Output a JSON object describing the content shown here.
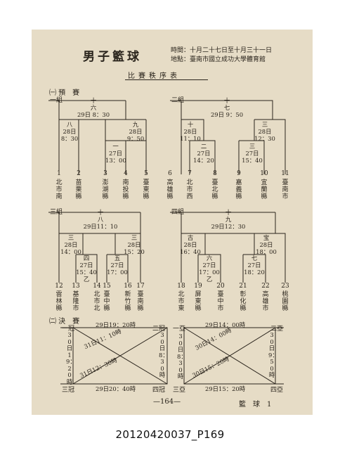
{
  "header": {
    "title": "男子籃球",
    "time": "時間：十月二十七日至十月三十一日",
    "venue": "地點：臺南市國立成功大學體育館",
    "subtitle": "比賽秩序表"
  },
  "preliminary": {
    "label": "㈠ 預　賽",
    "groups": {
      "g1": {
        "name": "一組",
        "top": [
          "十",
          "六",
          "29日 8：30"
        ],
        "left": [
          "八",
          "28日",
          "8：30"
        ],
        "right": [
          "九",
          "28日",
          "9：50"
        ],
        "inner": [
          "一",
          "27日",
          "13：00"
        ]
      },
      "g2": {
        "name": "二組",
        "top": [
          "十",
          "七",
          "29日 9：50"
        ],
        "left": [
          "十",
          "28日",
          "11：10"
        ],
        "right": [
          "三",
          "28日",
          "12：30"
        ],
        "inner_left": [
          "二",
          "27日",
          "14：20"
        ],
        "inner_right": [
          "三",
          "27日",
          "15：40"
        ]
      },
      "g3": {
        "name": "三組",
        "top": [
          "十",
          "八",
          "29日11：10"
        ],
        "left": [
          "三",
          "28日",
          "14：00"
        ],
        "right": [
          "三",
          "28日",
          "15：20"
        ],
        "inner_left": [
          "四",
          "27日",
          "15：40",
          "乙"
        ],
        "inner_right": [
          "五",
          "27日",
          "17：00"
        ]
      },
      "g4": {
        "name": "四組",
        "top": [
          "十",
          "九",
          "29日12：30"
        ],
        "left": [
          "古",
          "28日",
          "16：40"
        ],
        "right": [
          "宝",
          "28日",
          "18：00"
        ],
        "inner_left": [
          "六",
          "27日",
          "17：00",
          "乙"
        ],
        "inner_right": [
          "七",
          "27日",
          "18：20"
        ]
      }
    },
    "teams_row1": [
      {
        "no": "1",
        "name": "北市南"
      },
      {
        "no": "2",
        "name": "苗栗縣"
      },
      {
        "no": "3",
        "name": "澎湖縣"
      },
      {
        "no": "4",
        "name": "南投縣"
      },
      {
        "no": "5",
        "name": "臺東縣"
      },
      {
        "no": "6",
        "name": "高雄縣"
      },
      {
        "no": "7",
        "name": "北市西"
      },
      {
        "no": "8",
        "name": "臺北縣"
      },
      {
        "no": "9",
        "name": "嘉義縣"
      },
      {
        "no": "10",
        "name": "宜蘭縣"
      },
      {
        "no": "11",
        "name": "臺南市"
      }
    ],
    "teams_row2": [
      {
        "no": "12",
        "name": "雲林縣"
      },
      {
        "no": "13",
        "name": "基隆市"
      },
      {
        "no": "14",
        "name": "北市北"
      },
      {
        "no": "15",
        "name": "臺中縣"
      },
      {
        "no": "16",
        "name": "新竹縣"
      },
      {
        "no": "17",
        "name": "臺南縣"
      },
      {
        "no": "18",
        "name": "北市東"
      },
      {
        "no": "19",
        "name": "屏東縣"
      },
      {
        "no": "20",
        "name": "臺中市"
      },
      {
        "no": "21",
        "name": "彰化縣"
      },
      {
        "no": "22",
        "name": "高雄市"
      },
      {
        "no": "23",
        "name": "桃園縣"
      }
    ]
  },
  "finals": {
    "label": "㈡ 決　賽",
    "corner_tl": "一冠",
    "corner_tr1": "二冠",
    "corner_tr2": "一亞",
    "corner_r": "二亞",
    "corner_bl": "三冠",
    "corner_b1": "四冠",
    "corner_b2": "三亞",
    "corner_br": "四亞",
    "box1_top": "29日19：20時",
    "box1_bottom": "29日20：40時",
    "box1_left": "30日19：20時",
    "box1_right": "30日8：30時",
    "box1_diag1": "31日11：10時",
    "box1_diag2": "31日12：30時",
    "box2_top": "29日14：00時",
    "box2_bottom": "29日15：20時",
    "box2_left": "30日8：30時",
    "box2_right": "30日9：50時",
    "box2_diag1": "30日14：00時",
    "box2_diag2": "30日15：20時"
  },
  "footer": {
    "page": "—164—",
    "section": "籃　球　1"
  },
  "caption": "20120420037_P169"
}
